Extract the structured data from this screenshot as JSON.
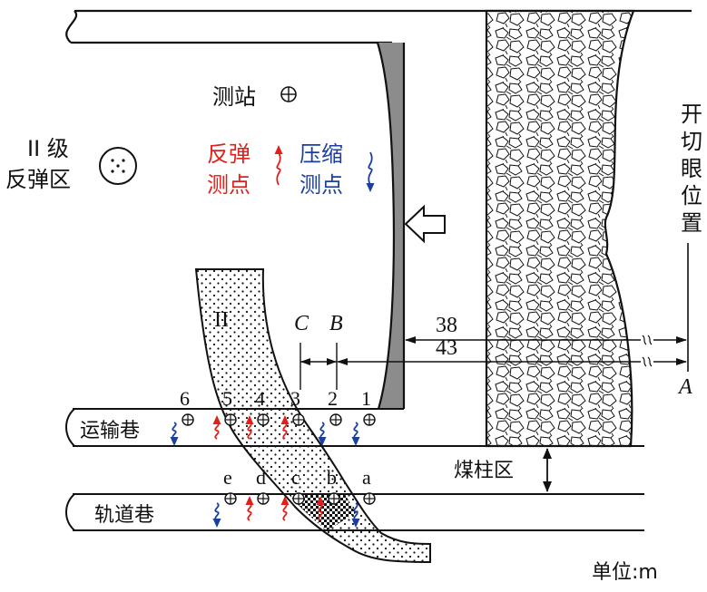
{
  "station_label": "测站",
  "zone": {
    "line1": "II 级",
    "line2": "反弹区"
  },
  "legend": {
    "rebound_line1": "反弹",
    "rebound_line2": "测点",
    "compress_line1": "压缩",
    "compress_line2": "测点"
  },
  "cut_label": [
    "开",
    "切",
    "眼",
    "位",
    "置"
  ],
  "roman_II": "II",
  "point_C": "C",
  "point_B": "B",
  "point_A": "A",
  "dim_38": "38",
  "dim_43": "43",
  "haulage_road": "运输巷",
  "track_road": "轨道巷",
  "pillar_zone": "煤柱区",
  "unit": "单位:m",
  "haulage_points": [
    "6",
    "5",
    "4",
    "3",
    "2",
    "1"
  ],
  "track_points": [
    "e",
    "d",
    "c",
    "b",
    "a"
  ],
  "haulage_types": [
    "compress",
    "rebound",
    "rebound",
    "rebound",
    "compress",
    "compress"
  ],
  "track_types": [
    "compress",
    "rebound",
    "rebound",
    "rebound",
    "compress"
  ],
  "colors": {
    "rebound": "#e0201b",
    "compress": "#1a3fa0",
    "ink": "#111111",
    "shade": "#8c8c8c"
  }
}
